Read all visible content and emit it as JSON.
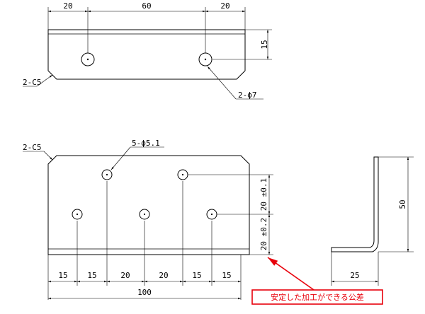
{
  "top_view": {
    "dims": [
      "20",
      "60",
      "20",
      "15"
    ],
    "chamfer": "2-C5",
    "holes": "2-ϕ7"
  },
  "front_view": {
    "chamfer": "2-C5",
    "holes": "5-ϕ5.1",
    "dim_vert": [
      "20 ±0.1",
      "20 ±0.2"
    ],
    "dim_horiz": [
      "15",
      "15",
      "20",
      "20",
      "15",
      "15"
    ],
    "dim_total": "100"
  },
  "side_view": {
    "dims": [
      "50",
      "25"
    ]
  },
  "callout": {
    "text": "安定した加工ができる公差"
  }
}
